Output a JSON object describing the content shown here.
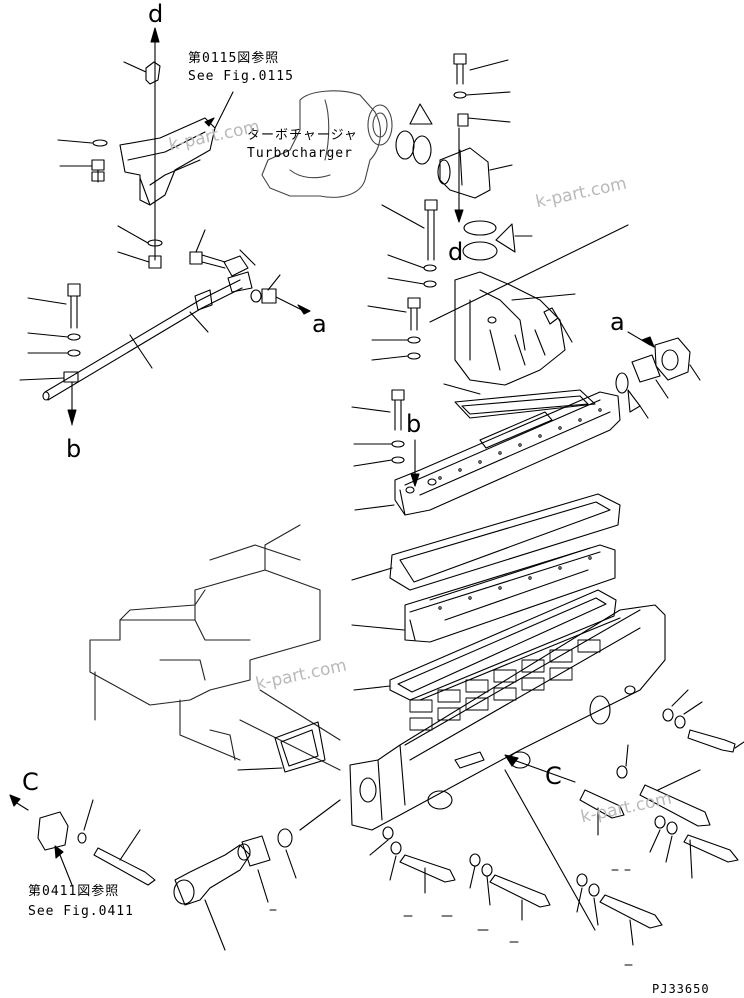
{
  "references": {
    "top_jp": "第0115図参照",
    "top_en": "See Fig.0115",
    "bottom_jp": "第0411図参照",
    "bottom_en": "See Fig.0411"
  },
  "component": {
    "jp": "ターボチャージャ",
    "en": "Turbocharger"
  },
  "connection_letters": {
    "d_top": "d",
    "d_mid": "d",
    "a_left": "a",
    "a_right": "a",
    "b_left": "b",
    "b_mid": "b",
    "c_left": "C",
    "c_mid": "C"
  },
  "watermarks": [
    "k-part.com",
    "k-part.com",
    "k-part.com",
    "k-part.com"
  ],
  "figure_code": "PJ33650"
}
